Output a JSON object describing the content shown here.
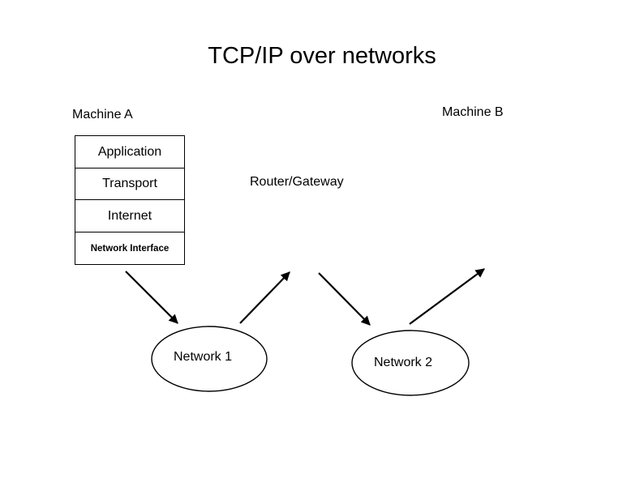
{
  "slide": {
    "title": "TCP/IP over networks",
    "background_color": "#ffffff",
    "ink_color": "#000000"
  },
  "labels": {
    "machine_a": "Machine A",
    "machine_b": "Machine B",
    "router": "Router/Gateway"
  },
  "stack": {
    "layers": [
      {
        "name": "Application"
      },
      {
        "name": "Transport"
      },
      {
        "name": "Internet"
      },
      {
        "name": "Network Interface"
      }
    ]
  },
  "networks": [
    {
      "label": "Network 1"
    },
    {
      "label": "Network 2"
    }
  ]
}
